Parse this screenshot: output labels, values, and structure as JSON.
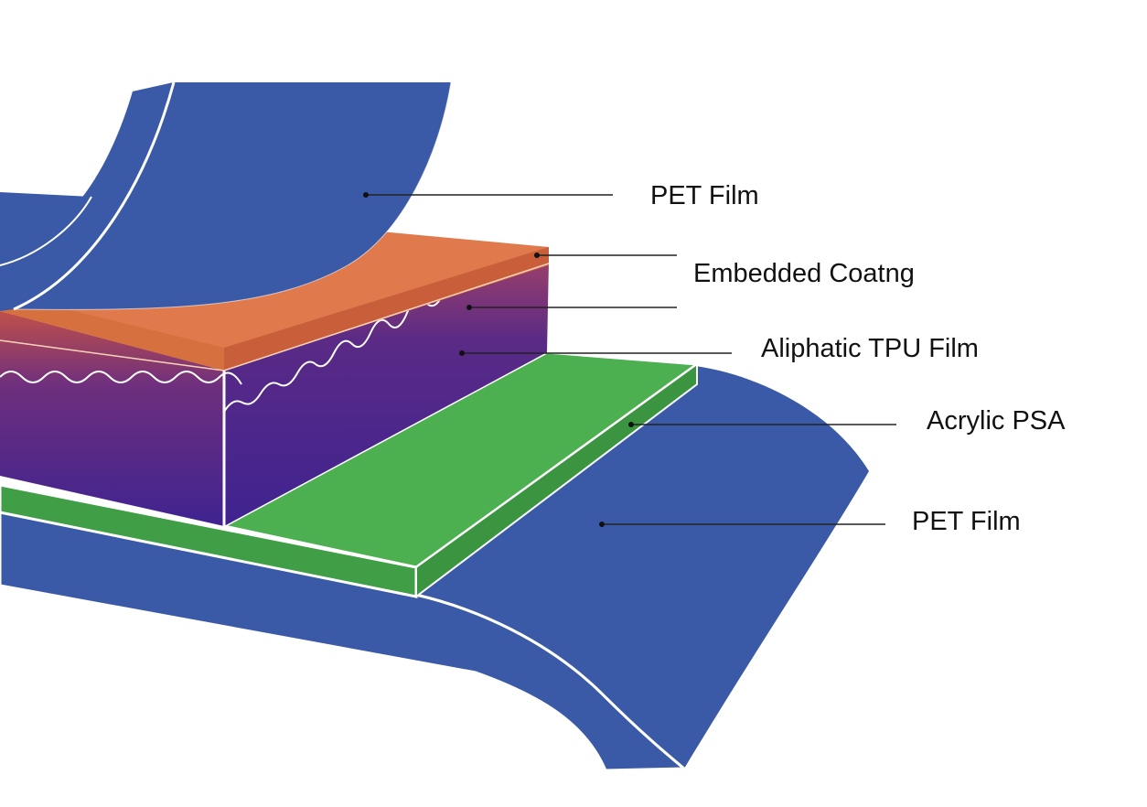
{
  "colors": {
    "pet_film": "#3a5aa8",
    "embedded_coating": "#e07a4c",
    "tpu_film_top": "#6d2f7e",
    "tpu_film_bottom": "#3f2390",
    "acrylic_psa": "#45a84c",
    "outline": "#ffffff"
  },
  "labels": {
    "pet_film_top": "PET Film",
    "embedded_coating": "Embedded Coatng",
    "aliphatic_tpu_film": "Aliphatic TPU Film",
    "acrylic_psa": "Acrylic PSA",
    "pet_film_bottom": "PET Film"
  }
}
